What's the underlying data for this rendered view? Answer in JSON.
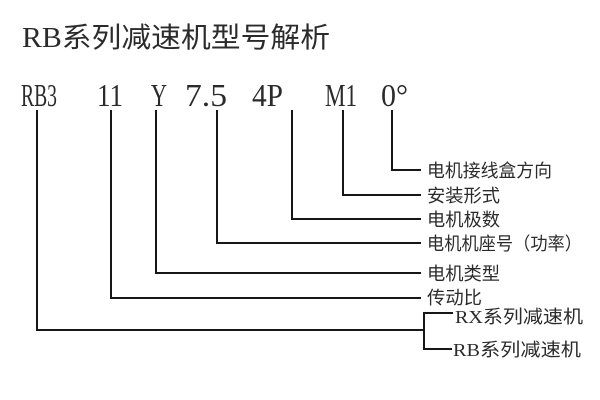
{
  "title": "RB系列减速机型号解析",
  "model_code": {
    "series": "RB3",
    "ratio": "11",
    "motor_type": "Y",
    "frame_power": "7.5",
    "poles": "4P",
    "mounting": "M1",
    "junction_angle": "0°"
  },
  "callouts": {
    "junction_box_direction": "电机接线盒方向",
    "mounting_type": "安装形式",
    "motor_poles": "电机极数",
    "motor_frame_power": "电机机座号（功率）",
    "motor_type": "电机类型",
    "transmission_ratio": "传动比",
    "rx_series": "RX系列减速机",
    "rb_series": "RB系列减速机"
  },
  "colors": {
    "ink": "#171717",
    "background": "#ffffff"
  }
}
